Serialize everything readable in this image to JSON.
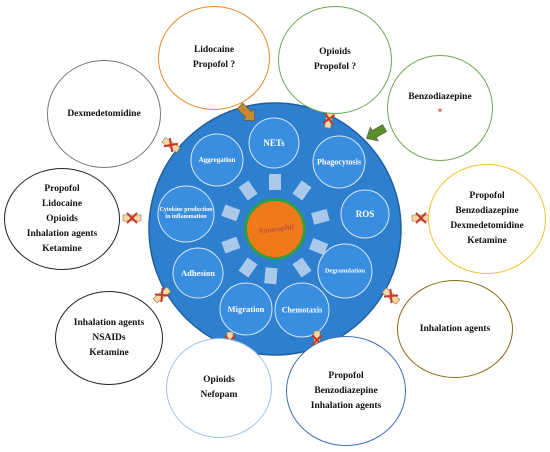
{
  "center": {
    "label": "Neutrophil",
    "functions": [
      "NETs",
      "Phagocytosis",
      "ROS",
      "Degranulation",
      "Chemotaxis",
      "Migration",
      "Adhesion",
      "Cytokine production in inflammation",
      "Aggregation"
    ]
  },
  "drug_groups": [
    {
      "id": "top-left",
      "color": "#e58a2a",
      "items": [
        "Lidocaine",
        "Propofol ?"
      ]
    },
    {
      "id": "top",
      "color": "#6aa84f",
      "items": [
        "Opioids",
        "Propofol ?"
      ]
    },
    {
      "id": "upper-right",
      "color": "#6aa84f",
      "items": [
        "Benzodiazepine",
        "*"
      ]
    },
    {
      "id": "right",
      "color": "#f1c232",
      "items": [
        "Propofol",
        "Benzodiazepine",
        "Dexmedetomidine",
        "Ketamine"
      ]
    },
    {
      "id": "lower-right",
      "color": "#8b6914",
      "items": [
        "Inhalation agents"
      ]
    },
    {
      "id": "bottom-right",
      "color": "#3d6fb4",
      "items": [
        "Propofol",
        "Benzodiazepine",
        "Inhalation agents"
      ]
    },
    {
      "id": "bottom",
      "color": "#9fc5e8",
      "items": [
        "Opioids",
        "Nefopam"
      ]
    },
    {
      "id": "lower-left",
      "color": "#222222",
      "items": [
        "Inhalation agents",
        "NSAIDs",
        "Ketamine"
      ]
    },
    {
      "id": "left",
      "color": "#222222",
      "items": [
        "Propofol",
        "Lidocaine",
        "Opioids",
        "Inhalation agents",
        "Ketamine"
      ]
    },
    {
      "id": "upper-left",
      "color": "#777777",
      "items": [
        "Dexmedetomidine"
      ]
    }
  ],
  "colors": {
    "main_circle": "#2f7fcf",
    "node_fill": "#3a8ee0",
    "center_fill": "#f07a1a",
    "center_ring": "#2e9d4e",
    "center_text": "#c0504d",
    "arrow_inhibit": "#c0392b",
    "arrow_orange": "#c8892a",
    "arrow_green": "#5b8f2a"
  }
}
